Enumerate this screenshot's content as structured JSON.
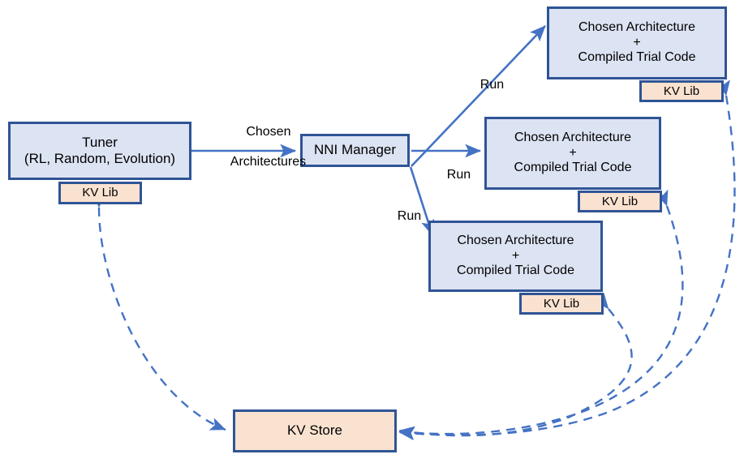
{
  "diagram": {
    "title": "NNI Manager trial distribution with KV Store",
    "type": "block-flow-diagram",
    "colors": {
      "node_blue_fill": "#dce3f2",
      "node_peach_fill": "#fae2d0",
      "node_border": "#2f5496",
      "arrow_solid": "#4472c4",
      "arrow_dashed": "#4472c4",
      "text": "#000000",
      "background": "#ffffff"
    },
    "nodes": {
      "tuner": {
        "line1": "Tuner",
        "line2": "(RL, Random, Evolution)"
      },
      "tuner_kv_lib": {
        "label": "KV Lib"
      },
      "nni_manager": {
        "label": "NNI Manager"
      },
      "trial_top": {
        "line1": "Chosen Architecture",
        "line2": "+",
        "line3": "Compiled Trial Code"
      },
      "trial_top_kv_lib": {
        "label": "KV Lib"
      },
      "trial_mid": {
        "line1": "Chosen Architecture",
        "line2": "+",
        "line3": "Compiled Trial Code"
      },
      "trial_mid_kv_lib": {
        "label": "KV Lib"
      },
      "trial_bottom": {
        "line1": "Chosen Architecture",
        "line2": "+",
        "line3": "Compiled Trial Code"
      },
      "trial_bottom_kv_lib": {
        "label": "KV Lib"
      },
      "kv_store": {
        "label": "KV Store"
      }
    },
    "edge_labels": {
      "chosen_architectures_line1": "Chosen",
      "chosen_architectures_line2": "Architectures",
      "run_top": "Run",
      "run_mid": "Run",
      "run_bottom": "Run"
    }
  }
}
